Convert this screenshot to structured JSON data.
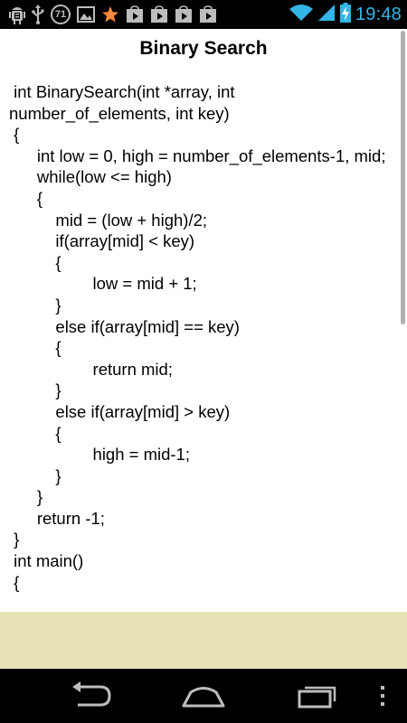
{
  "status_bar": {
    "time": "19:48",
    "badge_count": "71",
    "time_color": "#33b5e5",
    "icons_left": [
      "android-debug-icon",
      "usb-icon",
      "notification-count-badge",
      "image-icon",
      "star-icon",
      "play-store-icon",
      "play-store-icon",
      "play-store-icon",
      "play-store-icon"
    ],
    "icons_right": [
      "wifi-icon",
      "signal-icon",
      "battery-charging-icon"
    ]
  },
  "page": {
    "title": "Binary Search",
    "code_lines": [
      " int BinarySearch(int *array, int number_of_elements, int key)",
      " {",
      "      int low = 0, high = number_of_elements-1, mid;",
      "      while(low <= high)",
      "      {",
      "          mid = (low + high)/2;",
      "          if(array[mid] < key)",
      "          {",
      "                  low = mid + 1;",
      "          }",
      "          else if(array[mid] == key)",
      "          {",
      "                  return mid;",
      "          }",
      "          else if(array[mid] > key)",
      "          {",
      "                  high = mid-1;",
      "          }",
      "      }",
      "      return -1;",
      " }",
      " int main()",
      " {"
    ]
  },
  "ad_banner": {
    "background": "#e7e2b6"
  },
  "nav_bar": {
    "buttons": [
      "back-icon",
      "home-icon",
      "recent-apps-icon",
      "overflow-menu-icon"
    ]
  }
}
